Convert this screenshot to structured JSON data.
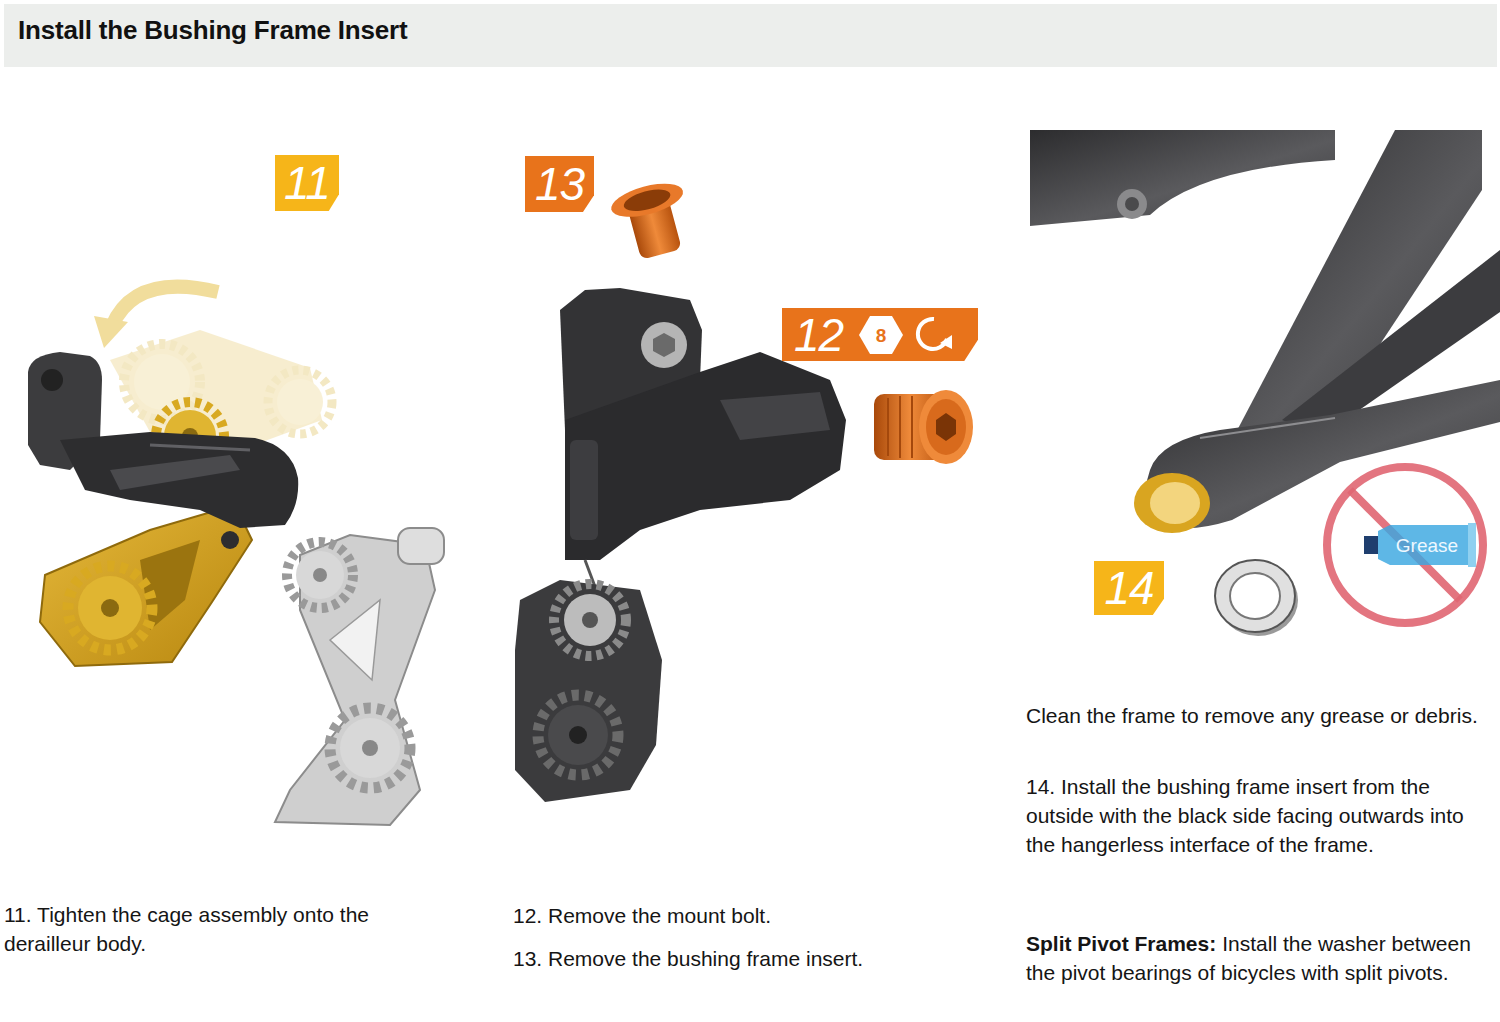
{
  "diagram": {
    "title": "Install the Bushing Frame Insert",
    "nodes": [
      {
        "text": [
          "11"
        ]
      },
      {
        "text": [
          "13"
        ]
      },
      {
        "text": [
          "12"
        ]
      },
      {
        "text": [
          "8"
        ],
        "in": 2
      },
      {
        "text": [
          "14"
        ]
      },
      {
        "text": [
          "Grease"
        ]
      }
    ],
    "labels": [
      "11. Tighten the cage assembly onto the derailleur body.",
      "12. Remove the mount bolt.",
      "13. Remove the bushing frame insert.",
      "Clean the frame to remove any grease or debris.",
      "14. Install the bushing frame insert from the outside with the black side facing outwards into the hangerless interface of the frame.",
      "Split Pivot Frames:",
      "Install the washer between the pivot bearings of bicycles with split pivots."
    ]
  }
}
